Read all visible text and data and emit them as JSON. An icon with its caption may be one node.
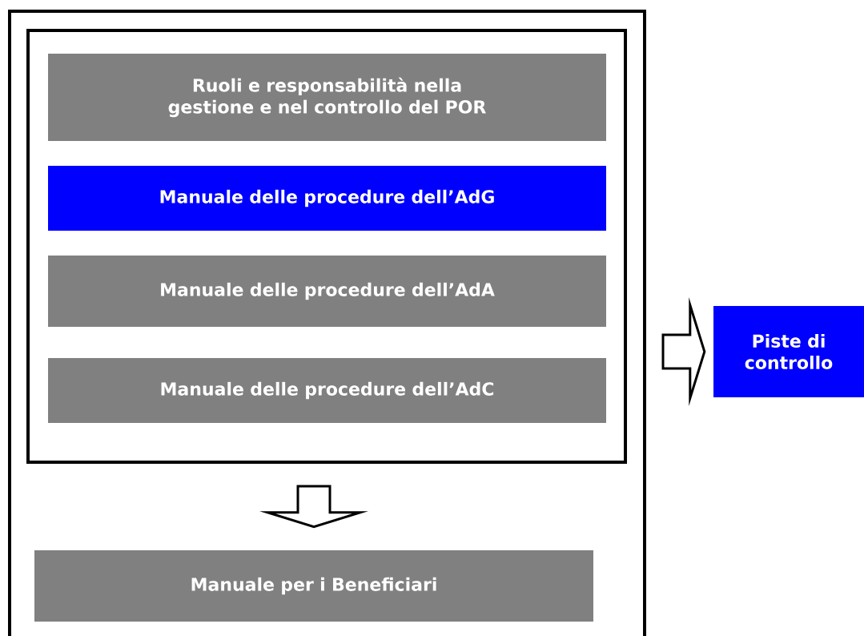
{
  "diagram": {
    "nodes": [
      {
        "text": [],
        "shape": "box"
      },
      {
        "text": [],
        "shape": "box",
        "in": 0
      },
      {
        "text": [
          "Ruoli e responsabilità nella gestione e nel controllo del POR"
        ],
        "in": 1
      },
      {
        "text": [
          "Manuale delle procedure dell’AdG"
        ],
        "in": 1
      },
      {
        "text": [
          "Manuale delle procedure dell’AdA"
        ],
        "in": 1
      },
      {
        "text": [
          "Manuale delle procedure dell’AdC"
        ],
        "in": 1
      },
      {
        "text": [
          "Manuale per i Beneficiari"
        ],
        "in": 0
      },
      {
        "text": [
          "Piste di controllo"
        ]
      }
    ],
    "edges": [
      {
        "from": 1,
        "to": 6,
        "arrow": "to"
      },
      {
        "from": 0,
        "to": 7,
        "arrow": "to"
      }
    ]
  }
}
